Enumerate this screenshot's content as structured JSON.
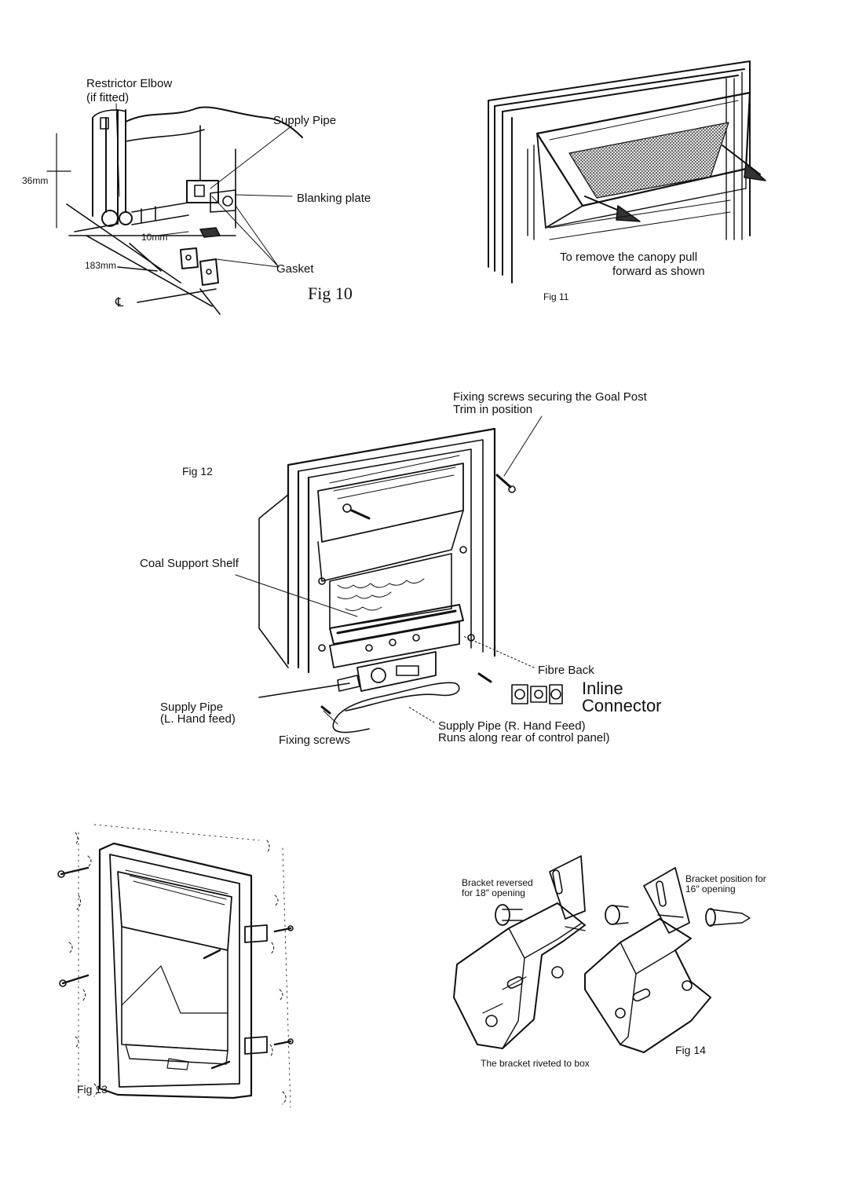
{
  "fig10": {
    "restrictor_line1": "Restrictor Elbow",
    "restrictor_line2": "(if fitted)",
    "supply_pipe": "Supply Pipe",
    "dim_36": "36mm",
    "blanking_plate": "Blanking plate",
    "dim_10": "10mm",
    "dim_183": "183mm",
    "gasket": "Gasket",
    "centreline": "℄",
    "caption": "Fig 10"
  },
  "fig11": {
    "note_line1": "To remove the canopy pull",
    "note_line2": "forward as shown",
    "caption": "Fig 11"
  },
  "fig12": {
    "caption": "Fig 12",
    "fixing_line1": "Fixing screws securing the Goal Post",
    "fixing_line2": "Trim in position",
    "coal_support_shelf": "Coal Support Shelf",
    "fibre_back": "Fibre Back",
    "inline_line1": "Inline",
    "inline_line2": "Connector",
    "supply_left_line1": "Supply Pipe",
    "supply_left_line2": "(L. Hand feed)",
    "fixing_screws": "Fixing screws",
    "supply_right_line1": "Supply Pipe (R. Hand Feed)",
    "supply_right_line2": "Runs along rear of control panel)"
  },
  "fig13": {
    "caption": "Fig 13"
  },
  "fig14": {
    "reversed_line1": "Bracket reversed",
    "reversed_line2": "for 18″ opening",
    "position_line1": "Bracket position for",
    "position_line2": "16″ opening",
    "riveted": "The bracket riveted to box",
    "caption": "Fig 14"
  }
}
